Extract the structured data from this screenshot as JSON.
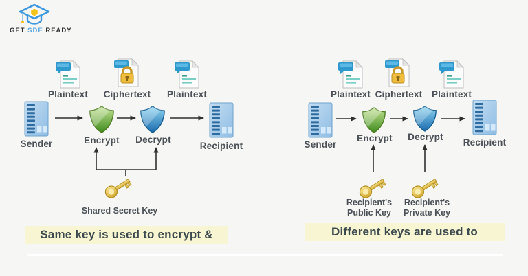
{
  "brand": {
    "get": "GET",
    "sde": "SDE",
    "ready": "READY"
  },
  "left": {
    "doc_labels": [
      "Plaintext",
      "Ciphertext",
      "Plaintext"
    ],
    "sender": "Sender",
    "encrypt": "Encrypt",
    "decrypt": "Decrypt",
    "recipient": "Recipient",
    "key_label": "Shared Secret Key",
    "caption": "Same key is used to encrypt &"
  },
  "right": {
    "doc_labels": [
      "Plaintext",
      "Ciphertext",
      "Plaintext"
    ],
    "sender": "Sender",
    "encrypt": "Encrypt",
    "decrypt": "Decrypt",
    "recipient": "Recipient",
    "keys": [
      {
        "line1": "Recipient's",
        "line2": "Public Key"
      },
      {
        "line1": "Recipient's",
        "line2": "Private Key"
      }
    ],
    "caption": "Different keys are used to"
  },
  "colors": {
    "background": "#f6f6f4",
    "highlight": "#f8f6d2",
    "caption_text": "#3c4a4e",
    "label_text": "#4b5156",
    "brand_blue": "#3f97df",
    "brand_yellow": "#f6c21c",
    "shield_green": "#4f9a28",
    "shield_blue": "#1f6fb2",
    "server_blue": "#a9cdec",
    "key_gold": "#e8c44a",
    "arrow": "#2f2f2f"
  }
}
